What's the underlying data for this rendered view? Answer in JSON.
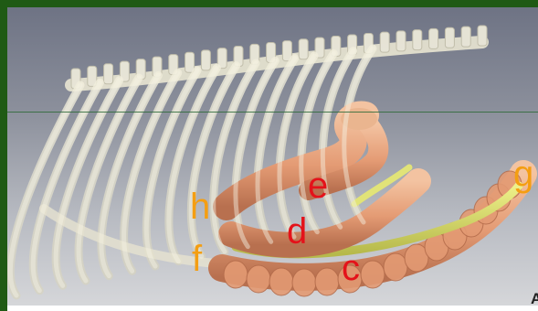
{
  "labels": {
    "c": "c",
    "d": "d",
    "e": "e",
    "f": "f",
    "g": "g",
    "h": "h"
  },
  "panel_letter": "A",
  "colors": {
    "label_red": "#e4121a",
    "label_orange": "#f49e12",
    "border_green": "#1f5a14",
    "rib": "#e6e2cf",
    "organ": "#e8a47c",
    "nerve": "#d7d96a"
  }
}
